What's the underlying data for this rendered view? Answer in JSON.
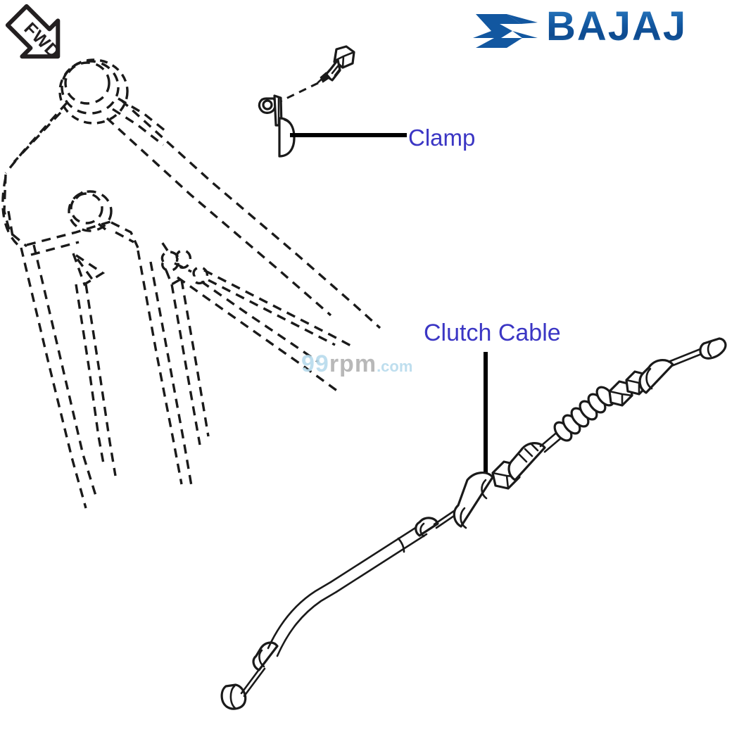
{
  "document": {
    "type": "motorcycle-spare-parts-diagram",
    "background_color": "#ffffff",
    "line_color": "#1a1a1a"
  },
  "brand": {
    "name": "BAJAJ",
    "logo_icon": "bajaj-flying-b-logo",
    "logo_color": "#1257a0",
    "wordmark_color": "#1a5fa8"
  },
  "orientation_badge": {
    "label": "FWD",
    "icon": "forward-arrow-badge",
    "direction": "down-right",
    "color": "#1a1a1a"
  },
  "callouts": [
    {
      "id": "clamp",
      "label": "Clamp",
      "color": "#3b36c4",
      "leader": "horizontal"
    },
    {
      "id": "clutch-cable",
      "label": "Clutch Cable",
      "color": "#3b36c4",
      "leader": "vertical"
    }
  ],
  "parts": [
    {
      "id": "bolt",
      "name": "hex-head-bolt",
      "style": "solid-outline"
    },
    {
      "id": "clamp-bracket",
      "name": "cable-clamp-bracket",
      "style": "solid-outline"
    },
    {
      "id": "clutch-cable-assembly",
      "name": "clutch-cable",
      "style": "solid-outline"
    },
    {
      "id": "frame-phantom",
      "name": "motorcycle-frame-phantom-outline",
      "style": "dashed-outline"
    }
  ],
  "watermark": {
    "part1": "99",
    "part2": "rpm",
    "part3": ".com",
    "color1": "#b9dced",
    "color2": "#b3b3b3"
  }
}
